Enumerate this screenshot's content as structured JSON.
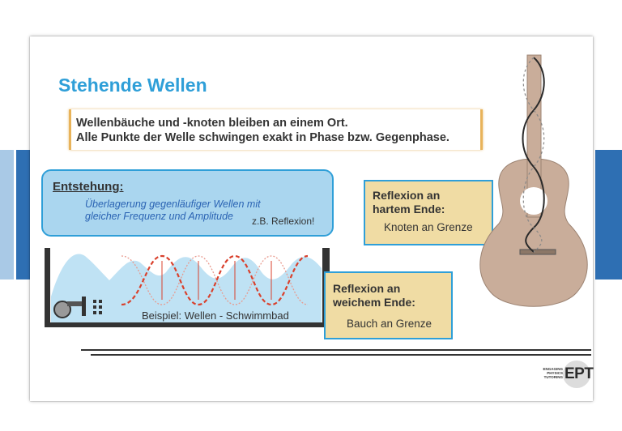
{
  "slide": {
    "title": "Stehende Wellen",
    "statement_line1": "Wellenbäuche und -knoten bleiben an einem Ort.",
    "statement_line2": "Alle Punkte der Welle schwingen exakt in Phase bzw. Gegenphase."
  },
  "origin": {
    "heading": "Entstehung:",
    "line1": "Überlagerung gegenläufiger Wellen mit",
    "line2": "gleicher Frequenz und Amplitude",
    "example": "z.B. Reflexion!"
  },
  "hard_end": {
    "title_line1": "Reflexion an",
    "title_line2": "hartem Ende:",
    "result": "Knoten an Grenze"
  },
  "soft_end": {
    "title_line1": "Reflexion an",
    "title_line2": "weichem Ende:",
    "result": "Bauch an Grenze"
  },
  "pool": {
    "caption": "Beispiel: Wellen - Schwimmbad"
  },
  "logo": {
    "small_line1": "ENGAGING",
    "small_line2": "PHYSICS",
    "small_line3": "TUTORING",
    "letters": "EPT"
  },
  "colors": {
    "accent_blue": "#2f9fd8",
    "box_gold": "#f0dca4",
    "light_blue": "#aad6ef",
    "wave_red": "#d9402c",
    "guitar": "#c9ad9a"
  }
}
